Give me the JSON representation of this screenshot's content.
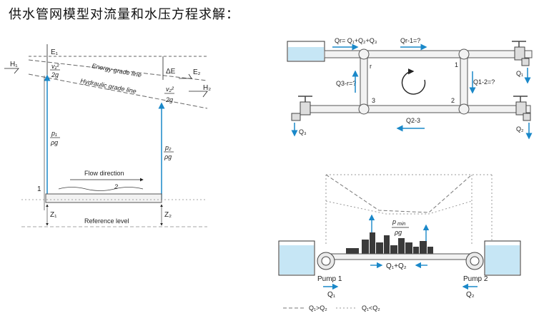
{
  "title": "供水管网模型对流量和水压方程求解：",
  "energy_diagram": {
    "e1": "E₁",
    "e2": "E₂",
    "h1": "H₁",
    "h2": "H₂",
    "delta_e": "ΔE",
    "v1_over_2g_num": "v₁²",
    "v1_over_2g_den": "2g",
    "v2_over_2g_num": "v₂²",
    "v2_over_2g_den": "2g",
    "energy_line": "Energy grade line",
    "hydraulic_line": "Hydraulic grade line",
    "p1_num": "p₁",
    "p1_den": "ρg",
    "p2_num": "p₂",
    "p2_den": "ρg",
    "flow_direction": "Flow direction",
    "point1": "1",
    "point2": "2",
    "z1": "Z₁",
    "z2": "Z₂",
    "reference_level": "Reference level"
  },
  "loop_diagram": {
    "qin": "Qr= Q₁+Q₂+Q₃",
    "q_r1": "Qr-1=?",
    "q_3r": "Q3-r=?",
    "q_12": "Q1-2=?",
    "q_23": "Q2-3",
    "q1": "Q₁",
    "q2": "Q₂",
    "q3": "Q₃",
    "node_r": "r",
    "node_1": "1",
    "node_2": "2",
    "node_3": "3"
  },
  "pump_diagram": {
    "pmin_num": "p",
    "pmin_sub": "min",
    "pmin_den": "ρg",
    "q_sum": "Q₁+Q₂",
    "pump1": "Pump 1",
    "pump2": "Pump 2",
    "q1": "Q₁",
    "q2": "Q₂",
    "legend1": "Q₁>Q₂",
    "legend2": "Q₁<Q₂"
  },
  "colors": {
    "accent": "#1a88c9",
    "water": "#c6e6f5",
    "line": "#555555"
  }
}
